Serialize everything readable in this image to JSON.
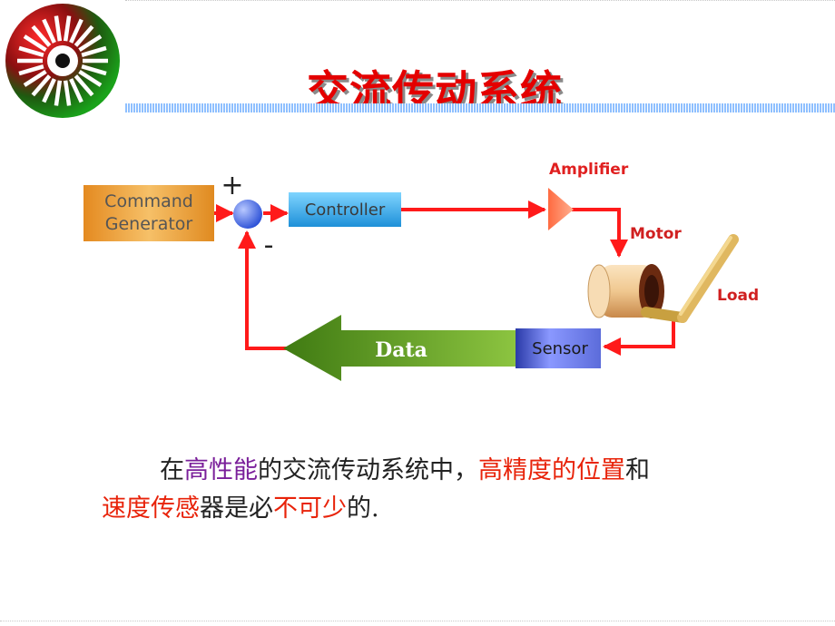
{
  "title": "交流传动系统",
  "diagram": {
    "command_generator": {
      "line1": "Command",
      "line2": "Generator"
    },
    "plus_sign": "+",
    "minus_sign": "-",
    "controller": "Controller",
    "amplifier": "Amplifier",
    "motor": "Motor",
    "load": "Load",
    "sensor": "Sensor",
    "data": "Data"
  },
  "paragraph": {
    "line1": [
      {
        "text": "在",
        "style": "normal"
      },
      {
        "text": "高性能",
        "style": "purple"
      },
      {
        "text": "的交流传动系统中，",
        "style": "normal"
      },
      {
        "text": "高精度的位置",
        "style": "red"
      },
      {
        "text": "和",
        "style": "normal"
      }
    ],
    "line2": [
      {
        "text": "速度传感",
        "style": "red"
      },
      {
        "text": "器是必",
        "style": "normal"
      },
      {
        "text": "不可少",
        "style": "red"
      },
      {
        "text": "的.",
        "style": "normal"
      }
    ]
  },
  "colors": {
    "title": "#e40000",
    "signal_line": "#ff1a1a",
    "command_box": "#f0a840",
    "controller_box": "#3fb4ee",
    "sensor_box": "#5b6bd6",
    "data_arrow": "#5f9a22",
    "summing_junction": "#3a5fe0",
    "emphasis_purple": "#7a1f9a",
    "emphasis_red": "#e8230a"
  },
  "icons": [
    "gear-wheel-logo",
    "summing-junction-icon",
    "amplifier-triangle-icon",
    "motor-cylinder-icon",
    "load-arm-icon"
  ]
}
